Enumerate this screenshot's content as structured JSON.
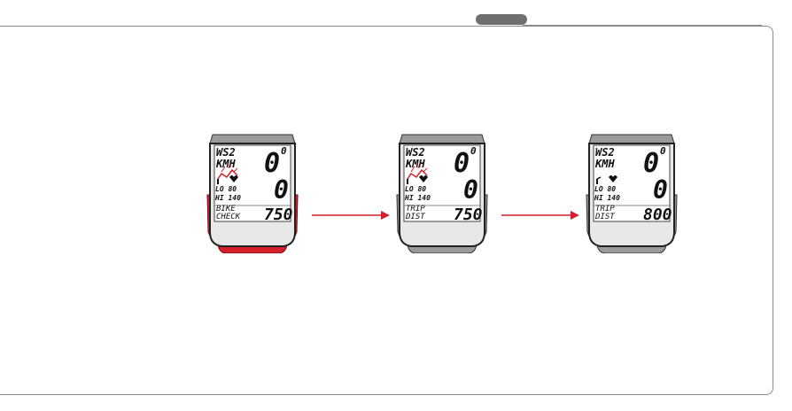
{
  "colors": {
    "accent": "#d51f2a",
    "frame": "#8a8a8a",
    "device_gray": "#9a9a9a"
  },
  "devices": [
    {
      "top_left": "WS2",
      "unit": "KMH",
      "top_digits": "0",
      "top_superscript": "0",
      "mid_digit": "0",
      "lo": "LO  80",
      "hi": "HI 140",
      "bottom_line1": "BIKE",
      "bottom_line2": "CHECK",
      "bottom_value": "750",
      "highlighted": true,
      "alert_icons": true
    },
    {
      "top_left": "WS2",
      "unit": "KMH",
      "top_digits": "0",
      "top_superscript": "0",
      "mid_digit": "0",
      "lo": "LO  80",
      "hi": "HI 140",
      "bottom_line1": "TRIP",
      "bottom_line2": "DIST",
      "bottom_value": "750",
      "highlighted": false,
      "alert_icons": true
    },
    {
      "top_left": "WS2",
      "unit": "KMH",
      "top_digits": "0",
      "top_superscript": "0",
      "mid_digit": "0",
      "lo": "LO  80",
      "hi": "HI 140",
      "bottom_line1": "TRIP",
      "bottom_line2": "DIST",
      "bottom_value": "800",
      "highlighted": false,
      "alert_icons": false
    }
  ]
}
